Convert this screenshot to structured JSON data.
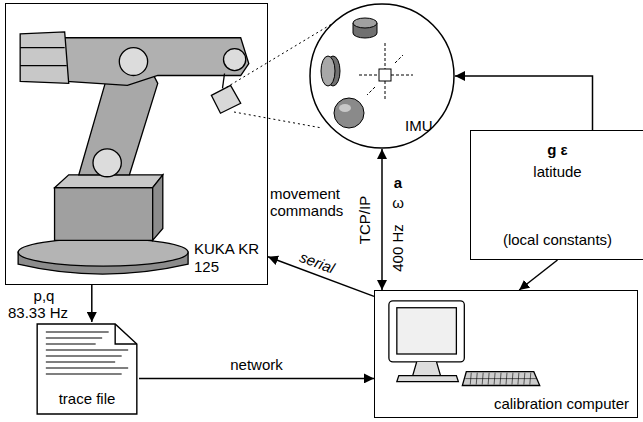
{
  "diagram": {
    "nodes": [
      {
        "text": [
          "KUKA KR 125"
        ]
      },
      {
        "text": [
          "IMU"
        ]
      },
      {
        "text": [
          "g ε",
          "latitude",
          "(local constants)"
        ]
      },
      {
        "text": [
          "trace file"
        ]
      },
      {
        "text": [
          "calibration computer"
        ]
      }
    ],
    "edges": [
      {
        "from": 2,
        "to": 1,
        "arrow": "to"
      },
      {
        "from": 2,
        "to": 4,
        "arrow": "to"
      },
      {
        "from": 1,
        "to": 4,
        "label": "TCP/IP",
        "arrow": "both"
      },
      {
        "from": 4,
        "to": 0,
        "label": "serial",
        "arrow": "to"
      },
      {
        "from": 0,
        "to": 3,
        "arrow": "to"
      },
      {
        "from": 3,
        "to": 4,
        "label": "network",
        "arrow": "to"
      }
    ],
    "labels": [
      "movement commands",
      "a",
      "ω",
      "400 Hz",
      "p,q",
      "83.33 Hz"
    ]
  }
}
